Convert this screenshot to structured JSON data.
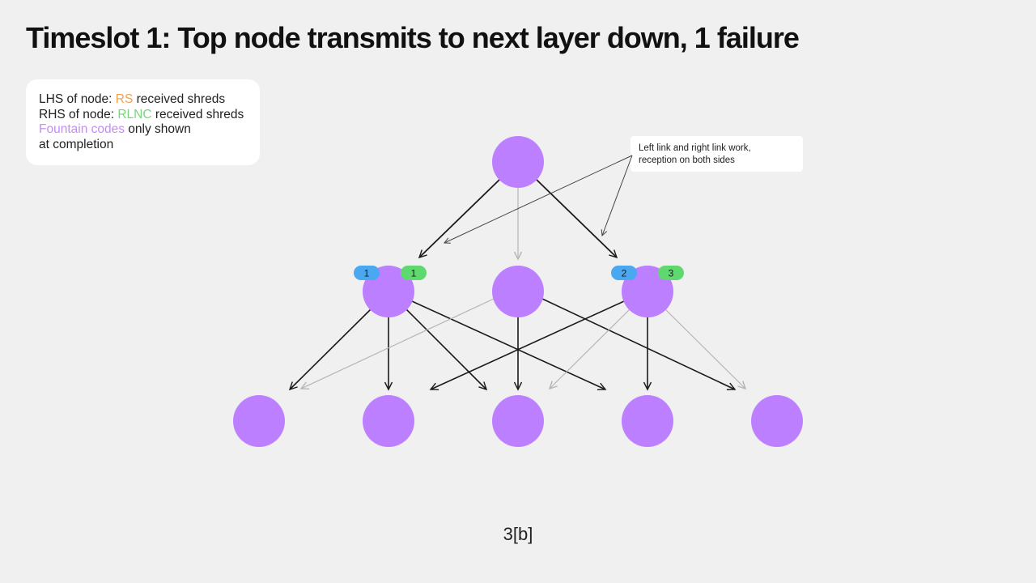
{
  "title": "Timeslot 1: Top node transmits to next layer down, 1 failure",
  "legend": {
    "line1_prefix": "LHS of node: ",
    "line1_highlight": "RS",
    "line1_suffix": " received shreds",
    "line2_prefix": "RHS of node: ",
    "line2_highlight": "RLNC",
    "line2_suffix": " received shreds",
    "line3_highlight": "Fountain codes",
    "line3_suffix": " only shown",
    "line4": "at completion"
  },
  "callout": {
    "line1": "Left link and right link work,",
    "line2": "reception on both sides"
  },
  "badges": {
    "left_rs": "1",
    "left_rlnc": "1",
    "right_rs": "2",
    "right_rlnc": "3"
  },
  "colors": {
    "node": "#bb7fff",
    "rs_badge": "#4aa8f0",
    "rlnc_badge": "#5fd86f",
    "rs_text": "#f0a050",
    "rlnc_text": "#78d67a",
    "fountain_text": "#c48cf5",
    "working_link": "#1a1a1a",
    "failed_link": "#b5b5b5"
  },
  "page_number": "3[b]"
}
